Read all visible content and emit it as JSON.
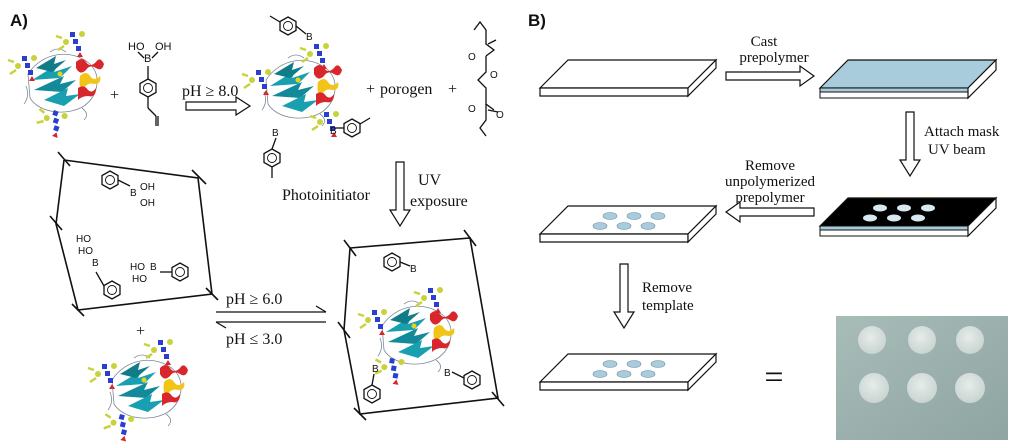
{
  "panel_a": {
    "label": "A)",
    "ph_high": "pH ≥ 8.0",
    "plus": "+",
    "porogen": "porogen",
    "photoinitiator": "Photoinitiator",
    "uv_line1": "UV",
    "uv_line2": "exposure",
    "eq_top": "pH ≥ 6.0",
    "eq_bottom": "pH ≤ 3.0",
    "boronic": {
      "b": "B",
      "oh": "OH",
      "ho": "HO",
      "o": "O"
    }
  },
  "panel_b": {
    "label": "B)",
    "step_cast_1": "Cast",
    "step_cast_2": "prepolymer",
    "step_mask_1": "Attach mask",
    "step_mask_2": "UV beam",
    "step_remove_1": "Remove",
    "step_remove_2": "unpolymerized",
    "step_remove_3": "prepolymer",
    "step_template_1": "Remove",
    "step_template_2": "template",
    "equals": "="
  },
  "colors": {
    "protein_sheet": "#19a0b0",
    "protein_helix_red": "#d8262c",
    "protein_helix_yellow": "#f2c418",
    "glycan_blue": "#2a3fd0",
    "glycan_yellow": "#c8d23a",
    "prepolymer_blue": "#a9ccdc",
    "mask_black": "#000000",
    "photo_bg": "#9fb3b0"
  }
}
